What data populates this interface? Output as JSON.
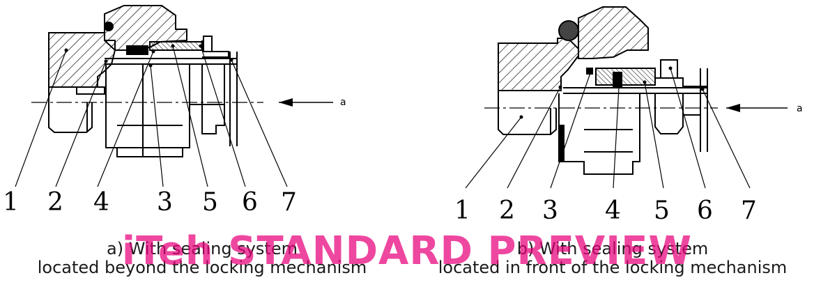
{
  "figure_a": {
    "callouts": [
      "1",
      "2",
      "4",
      "3",
      "5",
      "6",
      "7"
    ],
    "flow_label": "a",
    "caption_line1": "a)  With sealing system",
    "caption_line2": "located beyond the locking mechanism"
  },
  "figure_b": {
    "callouts": [
      "1",
      "2",
      "3",
      "4",
      "5",
      "6",
      "7"
    ],
    "flow_label": "a",
    "caption_line1": "b)  With sealing system",
    "caption_line2": "located in front of the locking mechanism"
  },
  "watermark": "iTeh STANDARD PREVIEW",
  "colors": {
    "line": "#000000",
    "watermark": "#e8007c"
  }
}
